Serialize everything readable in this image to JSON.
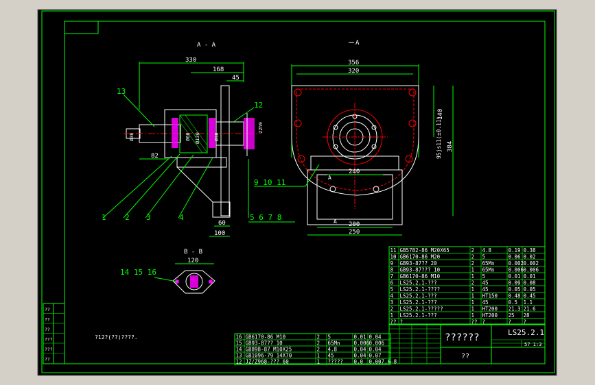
{
  "drawing": {
    "section_aa": "A - A",
    "section_bb": "B - B",
    "view_a": "A",
    "cut_a": "A",
    "dim": {
      "d330": "330",
      "d168": "168",
      "d45": "45",
      "d82": "82",
      "d60": "60",
      "d100": "100",
      "d356": "356",
      "d320": "320",
      "d140": "140",
      "d384": "384",
      "d95": "95js11(±0.11)",
      "d240": "240",
      "d200": "200",
      "d250": "250",
      "d120": "120",
      "dia1": "Ø36",
      "dia2": "Ø66",
      "dia3": "Ø130",
      "dia4": "Ø38",
      "dia5": "22h9"
    },
    "balloons": {
      "b13": "13",
      "b12": "12",
      "b9_10_11": "9 10 11",
      "b1": "1",
      "b2": "2",
      "b3": "3",
      "b4": "4",
      "b5_8": "5 6 7 8",
      "b14_16": "14 15 16"
    },
    "note": "?12?(??)????."
  },
  "bom_upper": [
    [
      "11",
      "GB5782-86 M20X65",
      "2",
      "4.8",
      "0.19",
      "0.38"
    ],
    [
      "10",
      "GB6170-86 M20",
      "2",
      "5",
      "0.06",
      "0.02"
    ],
    [
      "9",
      "GB93-87?? 20",
      "2",
      "65Mn",
      "0.002",
      "0.002"
    ],
    [
      "8",
      "GB93-87??? 10",
      "1",
      "65Mn",
      "0.006",
      "0.006"
    ],
    [
      "7",
      "GB6170-86 M10",
      "1",
      "5",
      "0.01",
      "0.01"
    ],
    [
      "6",
      "LS25.2.1-???",
      "2",
      "45",
      "0.09",
      "0.08"
    ],
    [
      "5",
      "LS25.2.1-????",
      "1",
      "45",
      "0.05",
      "0.05"
    ],
    [
      "4",
      "LS25.2.1-???",
      "1",
      "HT150",
      "0.48",
      "0.45"
    ],
    [
      "3",
      "LS25.2.1-???",
      "1",
      "45",
      "0.5",
      "1.1"
    ],
    [
      "2",
      "LS25.2.1-?????",
      "1",
      "HT200",
      "21.3",
      "21.6"
    ],
    [
      "1",
      "LS25.2.1-???",
      "1",
      "HT200",
      "25",
      "28"
    ],
    [
      "??",
      "?",
      "??",
      "?",
      "?",
      "?"
    ]
  ],
  "bom_lower": [
    [
      "16",
      "GB6170-86 M10",
      "2",
      "5",
      "0.01",
      "0.04"
    ],
    [
      "15",
      "GB93-87?? 10",
      "2",
      "65Mn",
      "0.006",
      "0.006"
    ],
    [
      "14",
      "GB898-87 M10X25",
      "2",
      "4.8",
      "0.04",
      "0.04"
    ],
    [
      "13",
      "GB1096-79 14X70",
      "1",
      "45",
      "0.04",
      "0.07"
    ],
    [
      "12",
      "JZ/Z968-??? 60",
      "1",
      "?????",
      "0.0",
      "0.007.6-8"
    ]
  ],
  "title_block": {
    "name": "??????",
    "code": "LS25.2.1",
    "unit": "??",
    "scale": "57 1:3"
  },
  "side_table": {
    "rows": [
      "??",
      "??",
      "??",
      "???",
      "???",
      "??"
    ]
  },
  "colors": {
    "background": "#000000",
    "frame": "#00ff00",
    "object": "#ffffff",
    "dimension": "#00ff00",
    "hidden": "#ff0000",
    "fill": "#ff00ff",
    "centerline": "#ff0000",
    "outer_frame": "#5c5c5c"
  }
}
